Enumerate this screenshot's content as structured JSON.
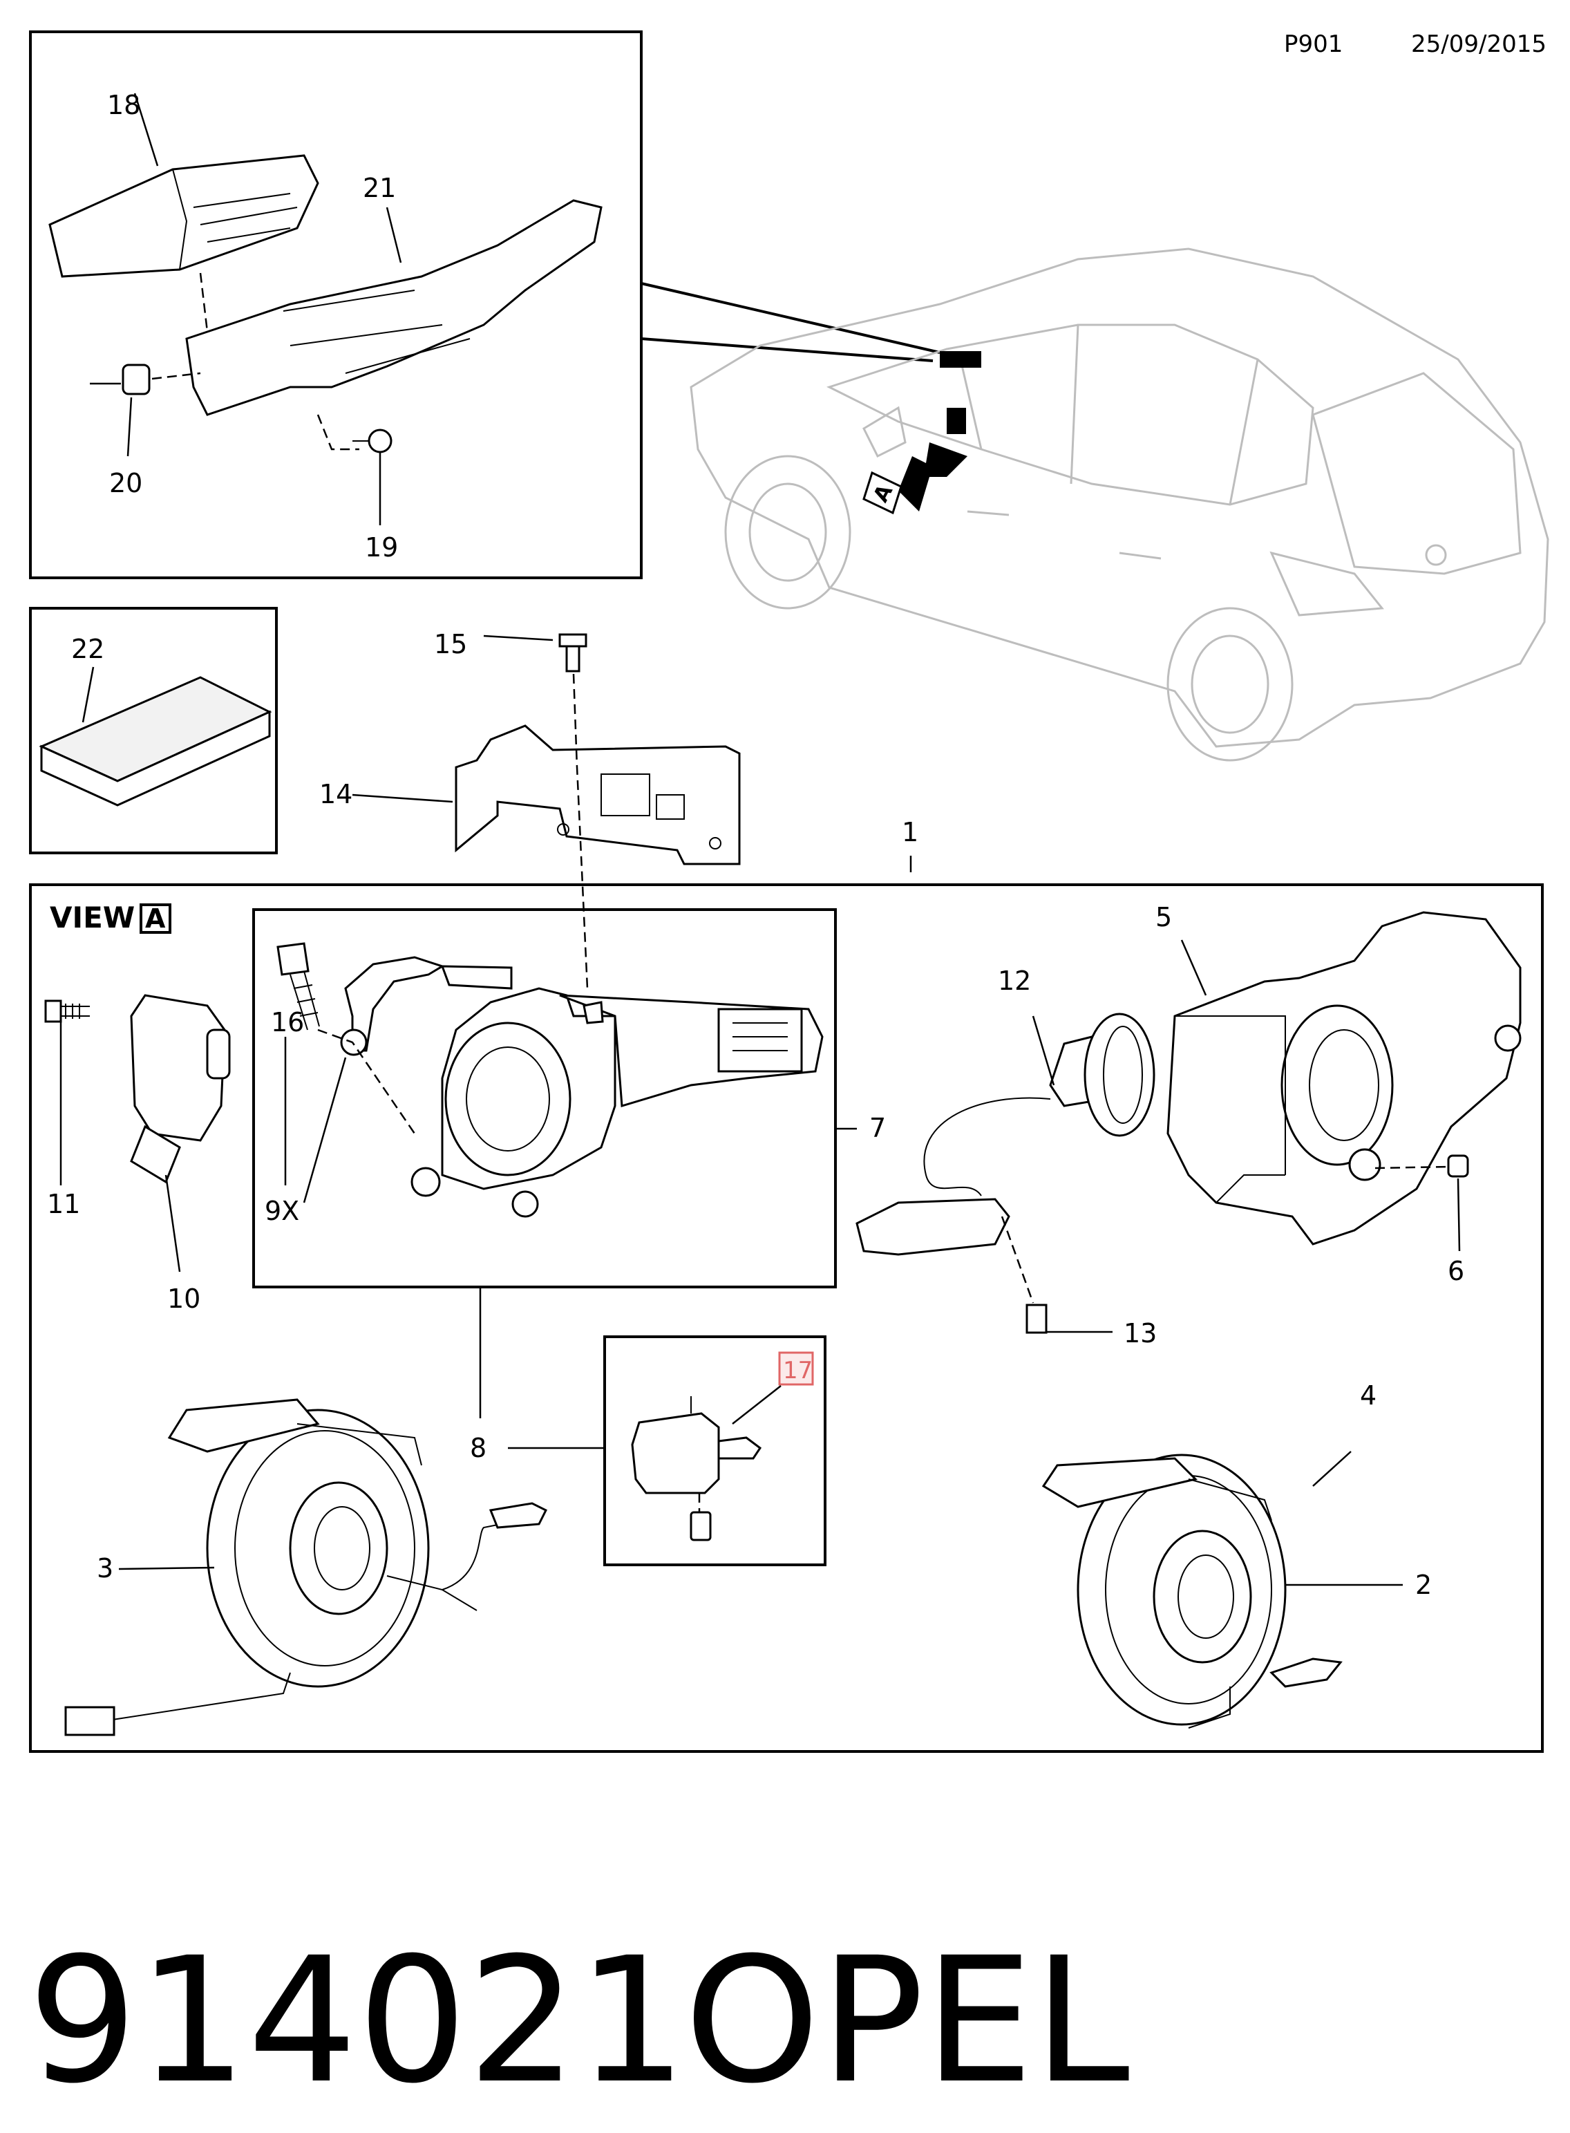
{
  "header": {
    "page_code": "P901",
    "date": "25/09/2015"
  },
  "view_label": {
    "text": "VIEW",
    "marker": "A"
  },
  "car_view_marker": "A",
  "callouts": {
    "c1": "1",
    "c2": "2",
    "c3": "3",
    "c4": "4",
    "c5": "5",
    "c6": "6",
    "c7": "7",
    "c8": "8",
    "c9x": "9X",
    "c10": "10",
    "c11": "11",
    "c12": "12",
    "c13": "13",
    "c14": "14",
    "c15": "15",
    "c16": "16",
    "c17": "17",
    "c18": "18",
    "c19": "19",
    "c20": "20",
    "c21": "21",
    "c22": "22"
  },
  "highlight": {
    "callout": "17",
    "color": "#e06666"
  },
  "footer": {
    "part_number": "914021",
    "brand": "OPEL"
  }
}
